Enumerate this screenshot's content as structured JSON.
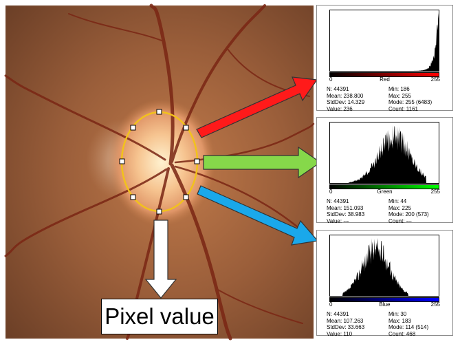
{
  "image": {
    "overlay_label": "Pixel value",
    "roi_color": "#f2c21b",
    "arrow_colors": {
      "red": "#ff1a1a",
      "green": "#86d84a",
      "blue": "#1aa8ea",
      "down": "#ffffff"
    }
  },
  "histograms": [
    {
      "channel": "Red",
      "range_min": "0",
      "range_max": "255",
      "gradient_color": "#ff0000",
      "stats": {
        "n": "N: 44391",
        "min": "Min: 186",
        "mean": "Mean: 238.800",
        "max": "Max: 255",
        "stddev": "StdDev: 14.329",
        "mode": "Mode: 255 (6483)",
        "value": "Value: 236",
        "count": "Count: 1161"
      }
    },
    {
      "channel": "Green",
      "range_min": "0",
      "range_max": "255",
      "gradient_color": "#00ff00",
      "stats": {
        "n": "N: 44391",
        "min": "Min: 44",
        "mean": "Mean: 151.093",
        "max": "Max: 225",
        "stddev": "StdDev: 38.983",
        "mode": "Mode: 200 (573)",
        "value": "Value: ---",
        "count": "Count: ---"
      }
    },
    {
      "channel": "Blue",
      "range_min": "0",
      "range_max": "255",
      "gradient_color": "#0000ff",
      "stats": {
        "n": "N: 44391",
        "min": "Min: 30",
        "mean": "Mean: 107.263",
        "max": "Max: 183",
        "stddev": "StdDev: 33.663",
        "mode": "Mode: 114 (514)",
        "value": "Value: 110",
        "count": "Count: 468"
      }
    }
  ]
}
